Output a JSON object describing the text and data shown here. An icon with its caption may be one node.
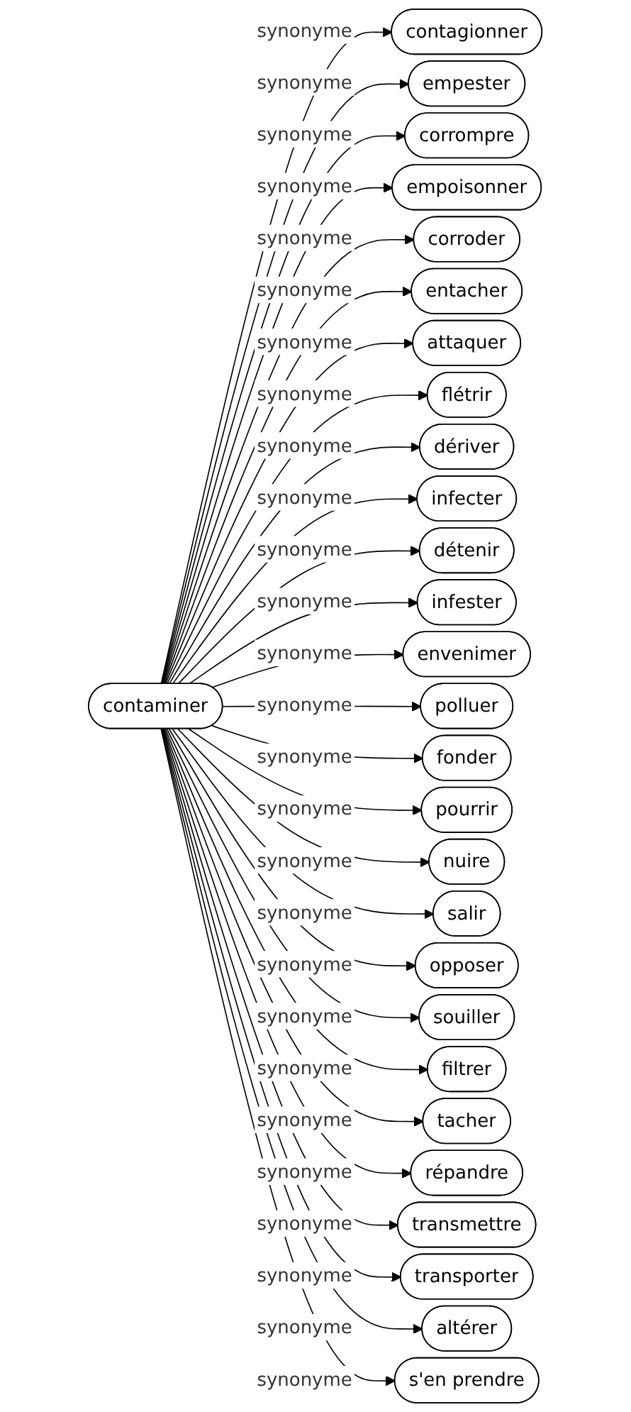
{
  "diagram": {
    "nodes": [
      {
        "text": [
          "contaminer"
        ]
      },
      {
        "text": [
          "contagionner"
        ]
      },
      {
        "text": [
          "empester"
        ]
      },
      {
        "text": [
          "corrompre"
        ]
      },
      {
        "text": [
          "empoisonner"
        ]
      },
      {
        "text": [
          "corroder"
        ]
      },
      {
        "text": [
          "entacher"
        ]
      },
      {
        "text": [
          "attaquer"
        ]
      },
      {
        "text": [
          "flétrir"
        ]
      },
      {
        "text": [
          "dériver"
        ]
      },
      {
        "text": [
          "infecter"
        ]
      },
      {
        "text": [
          "détenir"
        ]
      },
      {
        "text": [
          "infester"
        ]
      },
      {
        "text": [
          "envenimer"
        ]
      },
      {
        "text": [
          "polluer"
        ]
      },
      {
        "text": [
          "fonder"
        ]
      },
      {
        "text": [
          "pourrir"
        ]
      },
      {
        "text": [
          "nuire"
        ]
      },
      {
        "text": [
          "salir"
        ]
      },
      {
        "text": [
          "opposer"
        ]
      },
      {
        "text": [
          "souiller"
        ]
      },
      {
        "text": [
          "filtrer"
        ]
      },
      {
        "text": [
          "tacher"
        ]
      },
      {
        "text": [
          "répandre"
        ]
      },
      {
        "text": [
          "transmettre"
        ]
      },
      {
        "text": [
          "transporter"
        ]
      },
      {
        "text": [
          "altérer"
        ]
      },
      {
        "text": [
          "s'en prendre"
        ]
      }
    ],
    "edges": [
      {
        "from": 0,
        "to": 1,
        "arrow": "to",
        "label": "synonyme"
      },
      {
        "from": 0,
        "to": 2,
        "arrow": "to",
        "label": "synonyme"
      },
      {
        "from": 0,
        "to": 3,
        "arrow": "to",
        "label": "synonyme"
      },
      {
        "from": 0,
        "to": 4,
        "arrow": "to",
        "label": "synonyme"
      },
      {
        "from": 0,
        "to": 5,
        "arrow": "to",
        "label": "synonyme"
      },
      {
        "from": 0,
        "to": 6,
        "arrow": "to",
        "label": "synonyme"
      },
      {
        "from": 0,
        "to": 7,
        "arrow": "to",
        "label": "synonyme"
      },
      {
        "from": 0,
        "to": 8,
        "arrow": "to",
        "label": "synonyme"
      },
      {
        "from": 0,
        "to": 9,
        "arrow": "to",
        "label": "synonyme"
      },
      {
        "from": 0,
        "to": 10,
        "arrow": "to",
        "label": "synonyme"
      },
      {
        "from": 0,
        "to": 11,
        "arrow": "to",
        "label": "synonyme"
      },
      {
        "from": 0,
        "to": 12,
        "arrow": "to",
        "label": "synonyme"
      },
      {
        "from": 0,
        "to": 13,
        "arrow": "to",
        "label": "synonyme"
      },
      {
        "from": 0,
        "to": 14,
        "arrow": "to",
        "label": "synonyme"
      },
      {
        "from": 0,
        "to": 15,
        "arrow": "to",
        "label": "synonyme"
      },
      {
        "from": 0,
        "to": 16,
        "arrow": "to",
        "label": "synonyme"
      },
      {
        "from": 0,
        "to": 17,
        "arrow": "to",
        "label": "synonyme"
      },
      {
        "from": 0,
        "to": 18,
        "arrow": "to",
        "label": "synonyme"
      },
      {
        "from": 0,
        "to": 19,
        "arrow": "to",
        "label": "synonyme"
      },
      {
        "from": 0,
        "to": 20,
        "arrow": "to",
        "label": "synonyme"
      },
      {
        "from": 0,
        "to": 21,
        "arrow": "to",
        "label": "synonyme"
      },
      {
        "from": 0,
        "to": 22,
        "arrow": "to",
        "label": "synonyme"
      },
      {
        "from": 0,
        "to": 23,
        "arrow": "to",
        "label": "synonyme"
      },
      {
        "from": 0,
        "to": 24,
        "arrow": "to",
        "label": "synonyme"
      },
      {
        "from": 0,
        "to": 25,
        "arrow": "to",
        "label": "synonyme"
      },
      {
        "from": 0,
        "to": 26,
        "arrow": "to",
        "label": "synonyme"
      },
      {
        "from": 0,
        "to": 27,
        "arrow": "to",
        "label": "synonyme"
      }
    ]
  }
}
